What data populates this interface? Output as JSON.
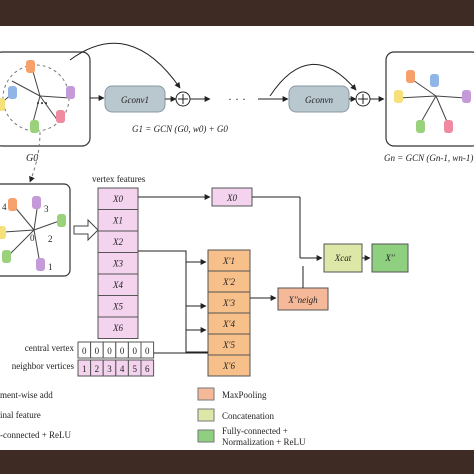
{
  "top": {
    "g0_label": "G0",
    "gconv1": "Gconv1",
    "gconvn": "Gconvn",
    "dots": "· · ·",
    "g1_formula": "G1 = GCN (G0, w0) + G0",
    "gn_formula": "Gn = GCN (Gn-1, wn-1)"
  },
  "mid": {
    "vertex_features_label": "vertex features",
    "x_items": [
      "X0",
      "X1",
      "X2",
      "X3",
      "X4",
      "X5",
      "X6"
    ],
    "x0_box": "X0",
    "xprime_items": [
      "X'1",
      "X'2",
      "X'3",
      "X'4",
      "X'5",
      "X'6"
    ],
    "xneigh": "X''neigh",
    "xcat": "Xcat",
    "xout": "X''",
    "star_numbers": [
      "4",
      "3",
      "2",
      "0",
      "1"
    ]
  },
  "index": {
    "central_label": "central vertex",
    "central_values": [
      "0",
      "0",
      "0",
      "0",
      "0",
      "0"
    ],
    "neighbor_label": "neighbor vertices",
    "neighbor_values": [
      "1",
      "2",
      "3",
      "4",
      "5",
      "6"
    ]
  },
  "legend": {
    "items": [
      {
        "label": "ment-wise add"
      },
      {
        "label": "inal feature"
      },
      {
        "label": "-connected + ReLU"
      },
      {
        "label": "MaxPooling",
        "color": "#f5b99a"
      },
      {
        "label": "Concatenation",
        "color": "#dde8a8"
      },
      {
        "label": "Fully-connected +",
        "color": "#8fcf80"
      },
      {
        "label": "Normalization + ReLU"
      }
    ]
  },
  "colors": {
    "pink": "#f4d3ee",
    "orange": "#f7c08a",
    "maxpool": "#f5b99a",
    "cat": "#dde8a8",
    "fc": "#8fcf80",
    "gconv": "#b9c7cf"
  }
}
